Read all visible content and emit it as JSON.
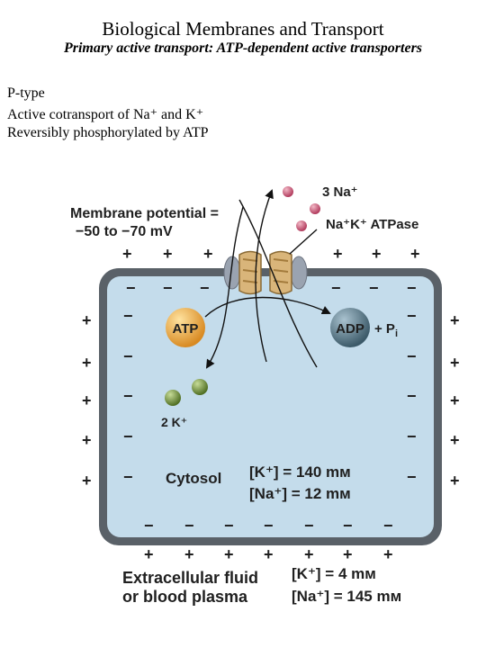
{
  "header": {
    "title": "Biological Membranes and Transport",
    "subtitle": "Primary active transport: ATP-dependent active transporters"
  },
  "bullets": [
    "P-type",
    "Active cotransport of Na⁺ and K⁺",
    "Reversibly phosphorylated by ATP"
  ],
  "figure": {
    "membrane_potential_line1": "Membrane potential =",
    "membrane_potential_line2": "−50 to −70 mV",
    "sodium_out": "3 Na⁺",
    "pump_name": "Na⁺K⁺ ATPase",
    "atp": "ATP",
    "adp": "ADP",
    "plus_pi": "+ P",
    "pi_subscript": "i",
    "potassium_in": "2 K⁺",
    "cytosol": "Cytosol",
    "cytosol_k": "[K⁺] = 140 mм",
    "cytosol_na": "[Na⁺] = 12 mм",
    "extracellular_line1": "Extracellular fluid",
    "extracellular_line2": "or blood plasma",
    "extracellular_k": "[K⁺] = 4 mм",
    "extracellular_na": "[Na⁺] = 145 mм",
    "plus_sign": "+",
    "minus_sign": "−",
    "colors": {
      "cytosol": "#c4dceb",
      "membrane": "#5a6168",
      "atp": "#e8a33a",
      "adp": "#4d6f80",
      "sodium": "#c95574",
      "potassium": "#6f8c3a",
      "pump": "#c9a46a"
    }
  }
}
